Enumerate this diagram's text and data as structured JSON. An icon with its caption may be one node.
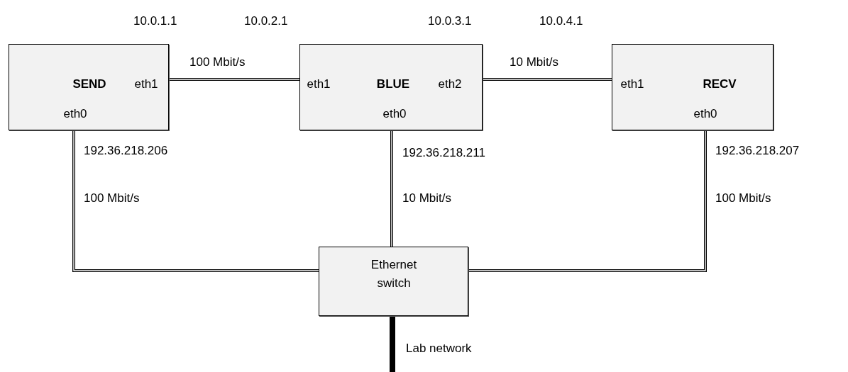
{
  "diagram": {
    "nodes": [
      {
        "text": [
          "SEND",
          "eth1",
          "eth0"
        ]
      },
      {
        "text": [
          "eth1",
          "BLUE",
          "eth2",
          "eth0"
        ]
      },
      {
        "text": [
          "eth1",
          "RECV",
          "eth0"
        ]
      },
      {
        "text": [
          "Ethernet switch"
        ]
      }
    ],
    "edges": [
      {
        "from": 0,
        "to": 1,
        "arrow": "none",
        "label": "100 Mbit/s"
      },
      {
        "from": 1,
        "to": 2,
        "arrow": "none",
        "label": "10 Mbit/s"
      },
      {
        "from": 0,
        "to": 3,
        "arrow": "none",
        "label": "100 Mbit/s"
      },
      {
        "from": 1,
        "to": 3,
        "arrow": "none",
        "label": "10 Mbit/s"
      },
      {
        "from": 2,
        "to": 3,
        "arrow": "none",
        "label": "100 Mbit/s"
      },
      {
        "from": 3,
        "to": null,
        "arrow": "none",
        "label": "Lab network",
        "style": "thick"
      }
    ],
    "labels": [
      "10.0.1.1",
      "10.0.2.1",
      "10.0.3.1",
      "10.0.4.1",
      "192.36.218.206",
      "192.36.218.211",
      "192.36.218.207"
    ]
  }
}
